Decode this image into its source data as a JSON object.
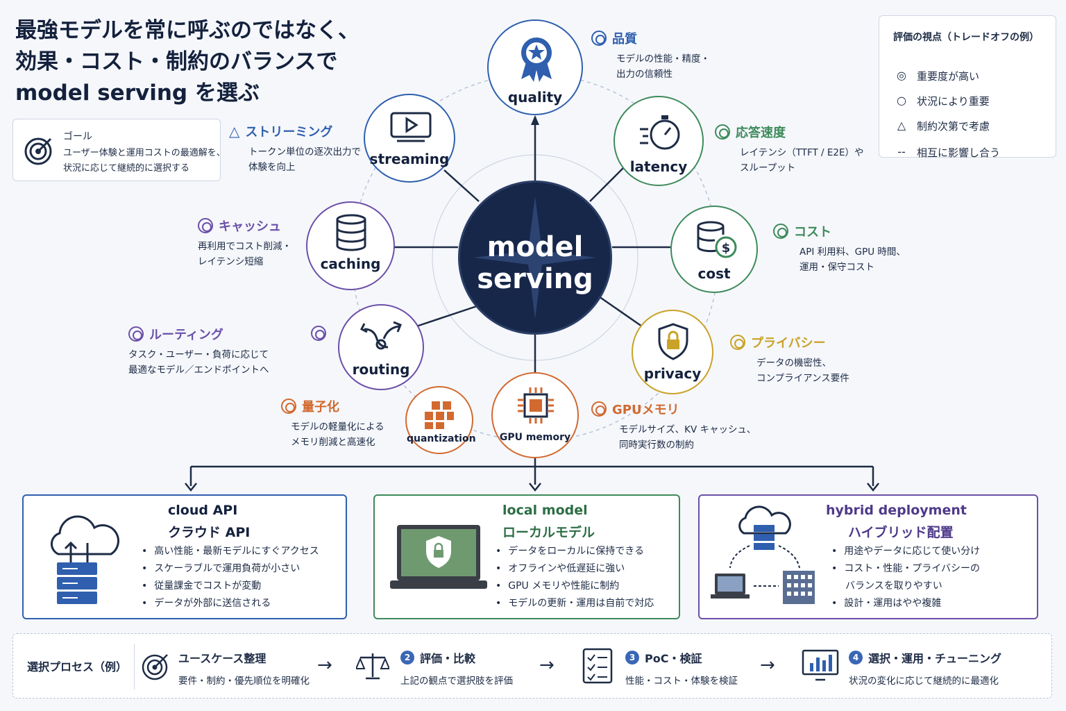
{
  "title": {
    "line1": "最強モデルを常に呼ぶのではなく、",
    "line2": "効果・コスト・制約のバランスで",
    "line3": "model serving を選ぶ"
  },
  "goal": {
    "title": "ゴール",
    "line1": "ユーザー体験と運用コストの最適解を、",
    "line2": "状況に応じて継続的に選択する"
  },
  "legend": {
    "title": "評価の視点（トレードオフの例）",
    "items": [
      {
        "symbol": "◎",
        "label": "重要度が高い"
      },
      {
        "symbol": "○",
        "label": "状況により重要"
      },
      {
        "symbol": "△",
        "label": "制約次第で考慮"
      },
      {
        "symbol": "--",
        "label": "相互に影響し合う"
      }
    ]
  },
  "center": {
    "line1": "model",
    "line2": "serving"
  },
  "nodes": {
    "quality": {
      "label": "quality",
      "title": "品質",
      "line1": "モデルの性能・精度・",
      "line2": "出力の信頼性",
      "color": "#2f5fae"
    },
    "latency": {
      "label": "latency",
      "title": "応答速度",
      "line1": "レイテンシ（TTFT / E2E）や",
      "line2": "スループット",
      "color": "#3d8a5a"
    },
    "cost": {
      "label": "cost",
      "title": "コスト",
      "line1": "API 利用料、GPU 時間、",
      "line2": "運用・保守コスト",
      "color": "#3d8a5a"
    },
    "privacy": {
      "label": "privacy",
      "title": "プライバシー",
      "line1": "データの機密性、",
      "line2": "コンプライアンス要件",
      "color": "#c9a227"
    },
    "gpu": {
      "label": "GPU memory",
      "title": "GPUメモリ",
      "line1": "モデルサイズ、KV キャッシュ、",
      "line2": "同時実行数の制約",
      "color": "#d2692f"
    },
    "quantization": {
      "label": "quantization",
      "title": "量子化",
      "line1": "モデルの軽量化による",
      "line2": "メモリ削減と高速化",
      "color": "#d2692f"
    },
    "routing": {
      "label": "routing",
      "title": "ルーティング",
      "line1": "タスク・ユーザー・負荷に応じて",
      "line2": "最適なモデル／エンドポイントへ",
      "color": "#6b4fa8"
    },
    "caching": {
      "label": "caching",
      "title": "キャッシュ",
      "line1": "再利用でコスト削減・",
      "line2": "レイテンシ短縮",
      "color": "#6b4fa8"
    },
    "streaming": {
      "label": "streaming",
      "title": "ストリーミング",
      "line1": "トークン単位の逐次出力で",
      "line2": "体験を向上",
      "color": "#2f5fae"
    }
  },
  "options": {
    "cloud": {
      "title": "cloud API",
      "subtitle": "クラウド API",
      "items": [
        "高い性能・最新モデルにすぐアクセス",
        "スケーラブルで運用負荷が小さい",
        "従量課金でコストが変動",
        "データが外部に送信される"
      ],
      "color": "#2f5fae"
    },
    "local": {
      "title": "local model",
      "subtitle": "ローカルモデル",
      "items": [
        "データをローカルに保持できる",
        "オフラインや低遅延に強い",
        "GPU メモリや性能に制約",
        "モデルの更新・運用は自前で対応"
      ],
      "color": "#3d8a5a"
    },
    "hybrid": {
      "title": "hybrid deployment",
      "subtitle": "ハイブリッド配置",
      "items": [
        "用途やデータに応じて使い分け",
        "コスト・性能・プライバシーの",
        "バランスを取りやすい",
        "設計・運用はやや複雑"
      ],
      "color": "#6b4fa8"
    }
  },
  "process": {
    "label": "選択プロセス（例）",
    "steps": [
      {
        "num": "",
        "title": "ユースケース整理",
        "desc": "要件・制約・優先順位を明確化"
      },
      {
        "num": "2",
        "title": "評価・比較",
        "desc": "上記の観点で選択肢を評価"
      },
      {
        "num": "3",
        "title": "PoC・検証",
        "desc": "性能・コスト・体験を検証"
      },
      {
        "num": "4",
        "title": "選択・運用・チューニング",
        "desc": "状況の変化に応じて継続的に最適化"
      }
    ]
  }
}
